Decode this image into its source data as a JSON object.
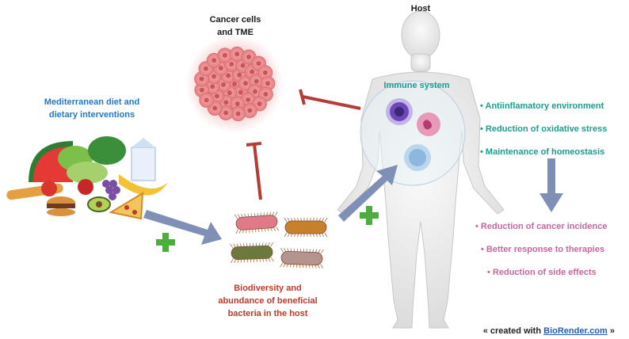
{
  "labels": {
    "cancer_title_line1": "Cancer cells",
    "cancer_title_line2": "and TME",
    "host_title": "Host",
    "diet_line1": "Mediterranean diet and",
    "diet_line2": "dietary interventions",
    "immune_system": "Immune system",
    "bacteria_line1": "Biodiversity and",
    "bacteria_line2": "abundance of beneficial",
    "bacteria_line3": "bacteria in the host"
  },
  "host_effects": [
    "Antiinflamatory environment",
    "Reduction of oxidative stress",
    "Maintenance of homeostasis"
  ],
  "outcomes": [
    "Reduction of cancer incidence",
    "Better response to therapies",
    "Reduction of side effects"
  ],
  "footer": {
    "prefix": "« created with ",
    "link": "BioRender.com",
    "suffix": " »"
  },
  "colors": {
    "diet_text": "#1f78c8",
    "bacteria_text": "#c0392b",
    "host_effects_text": "#1a9e8f",
    "outcomes_text": "#c9669e",
    "inhibitor": "#b63a36",
    "arrow": "#7f8fb5",
    "plus": "#4caf3d"
  },
  "icons": [
    "plus-icon",
    "inhibition-bar-icon",
    "arrow-icon",
    "human-body-icon",
    "tumor-icon",
    "bacteria-icon",
    "food-icon"
  ]
}
